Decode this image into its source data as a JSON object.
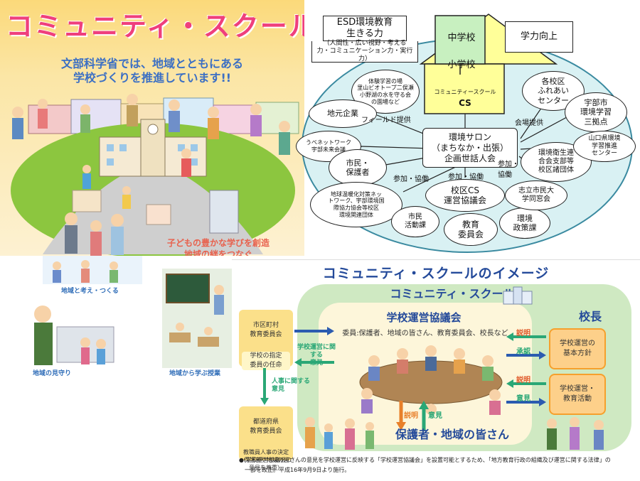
{
  "poster": {
    "title": "コミュニティ・スクール",
    "subtitle_line1": "文部科学省では、地域とともにある",
    "subtitle_line2": "学校づくりを推進しています!!",
    "banner_line1": "子どもの豊かな学びを創造",
    "banner_line2": "地域の絆をつなぐ",
    "caption_think": "地域と考え・つくる",
    "caption_watch": "地域の見守り",
    "caption_learn": "地域から学ぶ授業"
  },
  "network": {
    "esd": "ESD環境教育\n生きる力",
    "esd_detail": "（人間性・広い視野・考える\n力・コミュニケーション力・実行力）",
    "middle_school": "中学校",
    "elementary_school": "小学校",
    "academic": "学力向上",
    "cs_label": "コミュニティースクール",
    "cs_short": "CS",
    "experience": "体験学習の場\n里山ビオトープ二俣瀬\n小野湖の水を守る会\nの園場など",
    "local_companies": "地元企業",
    "field_offer": "フィールド提供",
    "ube_network": "うべネットワーク\n宇部未来会議",
    "citizens": "市民・\n保護者",
    "warming": "地球温暖化対策ネッ\nトワーク、宇部環境国\n際協力協会等校区\n環境関連団体",
    "participation_left": "参加・協働",
    "participation_center": "参加・協働",
    "salon": "環境サロン\n（まちなか・出張）\n企画世話人会",
    "district_cs": "校区CS\n運営協議会",
    "citizen_activity": "市民\n活動課",
    "education_board": "教育\n委員会",
    "env_policy": "環境\n政策課",
    "shiritsu": "志立市民大\n学同窓会",
    "hygiene": "環境衛生連\n合会支部等\n校区諸団体",
    "participation_right": "参加・\n協働",
    "venue_offer": "会場提供",
    "fureai": "各校区\nふれあい\nセンター",
    "ube_env": "宇部市\n環境学習\n三拠点",
    "yamaguchi": "山口県環境\n学習推進\nセンター"
  },
  "cs_image": {
    "title": "コミュニティ・スクールのイメージ",
    "cs_heading": "コミュニティ・スクール",
    "council": "学校運営協議会",
    "members": "委員:保護者、地域の皆さん、教育委員会、校長など",
    "municipal_board": "市区町村\n教育委員会",
    "designation": "学校の指定\n委員の任命",
    "pref_board": "都道府県\n教育委員会",
    "personnel": "教職員人事の決定\n（学校運営協議会の\n意見を尊重）",
    "opinion_ops": "学校運営に関する\n意見",
    "opinion_staff": "人事に関する\n意見",
    "principal": "校長",
    "explain1": "説明",
    "approve": "承認",
    "explain2": "説明",
    "opinion": "意見",
    "policy": "学校運営の\n基本方針",
    "activities": "学校運営・\n教育活動",
    "explain_bottom": "説明",
    "opinion_bottom": "意見",
    "parents": "保護者・地域の皆さん",
    "footnote_line1": "●保護者や地域の皆さんの意見を学校運営に反映する「学校運営協議会」を設置可能とするため、「地方教育行政の組織及び運営に関する法律」の",
    "footnote_line2": "一部を改正。平成16年9月9日より施行。"
  },
  "colors": {
    "poster_title": "#ef3f7c",
    "poster_text": "#3b6fc4",
    "cs_blue": "#244a9a",
    "cs_green": "#bfe3b4",
    "cs_orange": "#f6a02c",
    "arrow_blue": "#2b5bb0",
    "arrow_green": "#2aa776"
  }
}
